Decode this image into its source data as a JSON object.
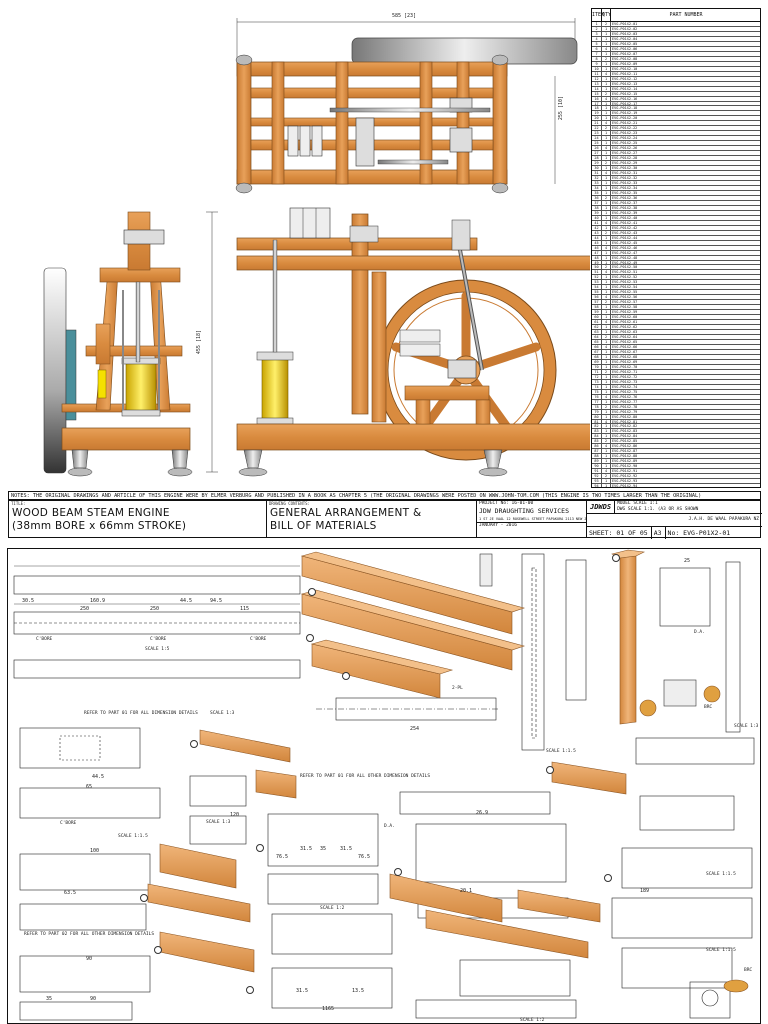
{
  "sheet1": {
    "overall_dims": {
      "width": "585 [23]",
      "depth": "255 [10]",
      "height": "455 [18]"
    },
    "bom": {
      "headers": {
        "item": "ITEM",
        "qty": "QTY",
        "part": "PART NUMBER"
      },
      "part_prefix": "EVG-P01X2-",
      "row_count": 94
    },
    "notes": "NOTES: THE ORIGINAL DRAWINGS AND ARTICLE OF THIS ENGINE WERE BY ELMER VERBURG AND PUBLISHED IN A BOOK AS CHAPTER 5 (THE ORIGINAL DRAWINGS WERE POSTED ON WWW.JOHN-TOM.COM (THIS ENGINE IS TWO TIMES LARGER THAN THE ORIGINAL)",
    "title_block": {
      "title_label": "TITLE:",
      "title_line1": "WOOD BEAM STEAM ENGINE",
      "title_line2": "(38mm BORE x 66mm STROKE)",
      "contents_label": "DRAWING CONTENTS:",
      "contents_line1": "GENERAL ARRANGEMENT &",
      "contents_line2": "BILL OF MATERIALS",
      "project_no": "PROJECT No: 16-01-00",
      "company": "JDW DRAUGHTING SERVICES",
      "address": "1 ST JE VAAL 12 ROSEWELL STREET PAPAKURA 2113 NEW ZEALAND",
      "model_scale": "MODEL SCALE 1:1",
      "dwg_scale": "DWG SCALE 1:1. (A3 OR AS SHOWN",
      "date": "JANUARY - 2016",
      "drawn_by": "J.A.H. DE WAAL PAPAKURA NZ",
      "logo": "JDWDS",
      "sheet": "SHEET: 01 OF 05",
      "size": "A3",
      "number": "No: EVG-P01X2-01"
    }
  },
  "sheet2": {
    "labels": [
      "REFER TO PART 01 FOR ALL DIMENSION DETAILS",
      "REFER TO PART 01 FOR ALL OTHER DIMENSION DETAILS",
      "REFER TO PART 02 FOR ALL OTHER DIMENSION DETAILS",
      "C'BORE",
      "SCALE 1:5",
      "SCALE 1:3",
      "SCALE 1:2",
      "SCALE 1:1.5",
      "2-PL",
      "D.A.",
      "BRC"
    ],
    "dims": [
      "30.5",
      "160.9",
      "44.5",
      "94.5",
      "115",
      "250",
      "250",
      "254",
      "44.5",
      "63.5",
      "90",
      "65",
      "100",
      "120",
      "26.9",
      "20.1",
      "76.5",
      "31.5",
      "35",
      "31.5",
      "76.5",
      "189",
      "1165",
      "90",
      "35",
      "25",
      "13.5",
      "31.5"
    ]
  }
}
